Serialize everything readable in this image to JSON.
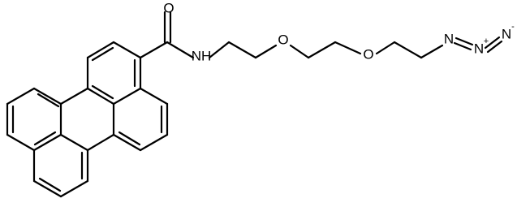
{
  "molecule": {
    "atoms": {
      "carbonyl_oxygen": "O",
      "amide_nitrogen": "NH",
      "ether_oxygen_1": "O",
      "ether_oxygen_2": "O",
      "azide_n1": "N",
      "azide_n2": "N",
      "azide_n3": "N",
      "azide_n2_charge": "+",
      "azide_n3_charge": "-"
    }
  }
}
